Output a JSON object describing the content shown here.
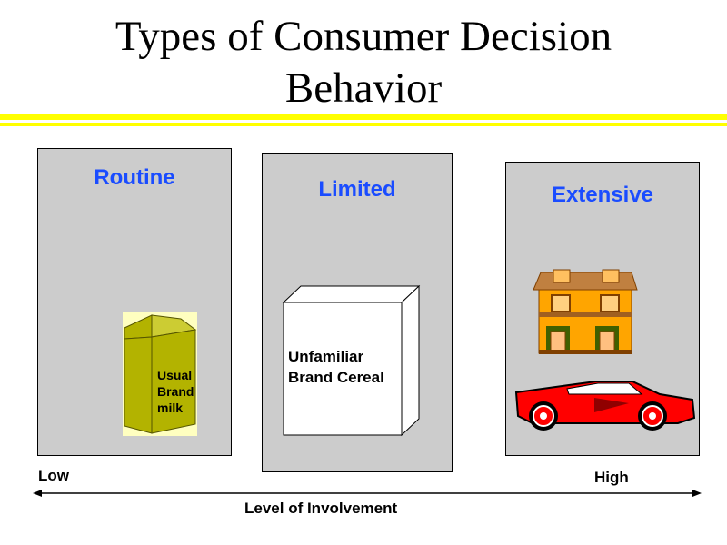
{
  "title": {
    "line1": "Types of Consumer Decision",
    "line2": "Behavior"
  },
  "panels": [
    {
      "label": "Routine",
      "example": "Usual Brand milk",
      "example_lines": [
        "Usual",
        "Brand",
        "milk"
      ]
    },
    {
      "label": "Limited",
      "example": "Unfamiliar Brand Cereal",
      "example_lines": [
        "Unfamiliar",
        "Brand Cereal"
      ]
    },
    {
      "label": "Extensive",
      "example_icons": [
        "house-icon",
        "sports-car-icon"
      ]
    }
  ],
  "axis": {
    "low": "Low",
    "high": "High",
    "label": "Level of Involvement"
  },
  "colors": {
    "accent_rule": "#ffff00",
    "panel_bg": "#cccccc",
    "panel_title": "#1a4cff"
  }
}
